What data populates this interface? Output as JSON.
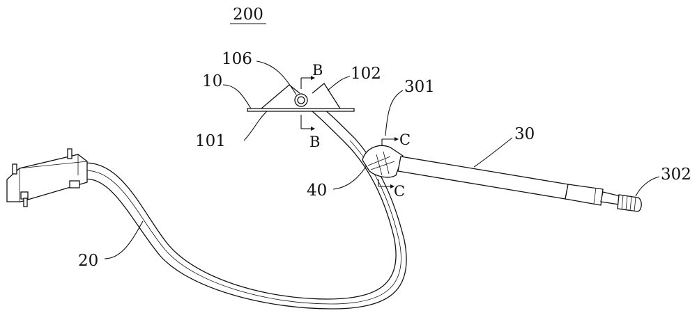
{
  "figure": {
    "number": "200",
    "labels": {
      "l10": "10",
      "l106": "106",
      "l102": "102",
      "l101": "101",
      "l301": "301",
      "l30": "30",
      "l302": "302",
      "l40": "40",
      "l20": "20"
    },
    "section_marks": {
      "b_top": "B",
      "b_bottom": "B",
      "c_top": "C",
      "c_bottom": "C"
    }
  }
}
